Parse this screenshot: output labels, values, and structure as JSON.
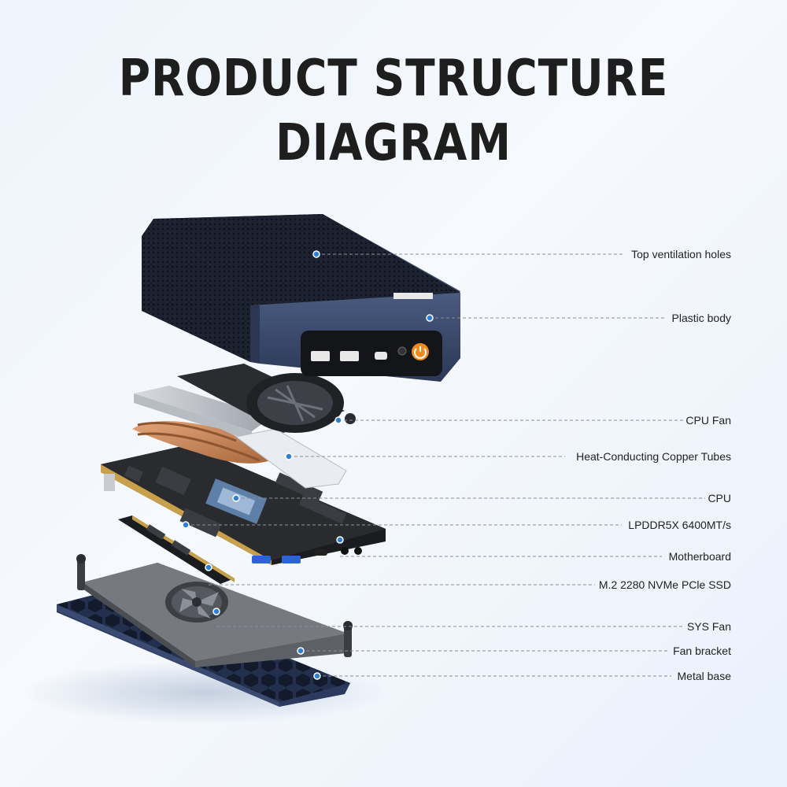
{
  "title": {
    "line1": "PRODUCT STRUCTURE",
    "line2": "DIAGRAM"
  },
  "labels": [
    "Top ventilation holes",
    "Plastic body",
    "CPU Fan",
    "Heat-Conducting Copper Tubes",
    "CPU",
    "LPDDR5X 6400MT/s",
    "Motherboard",
    "M.2 2280 NVMe PCle SSD",
    "SYS Fan",
    "Fan bracket",
    "Metal base"
  ],
  "colors": {
    "chassis": "#2e3d5c",
    "power_button": "#f08a1c",
    "copper": "#c8804a",
    "board": "#2a2a2a",
    "dot": "#2f7fd6",
    "leader": "#8a8f99"
  }
}
